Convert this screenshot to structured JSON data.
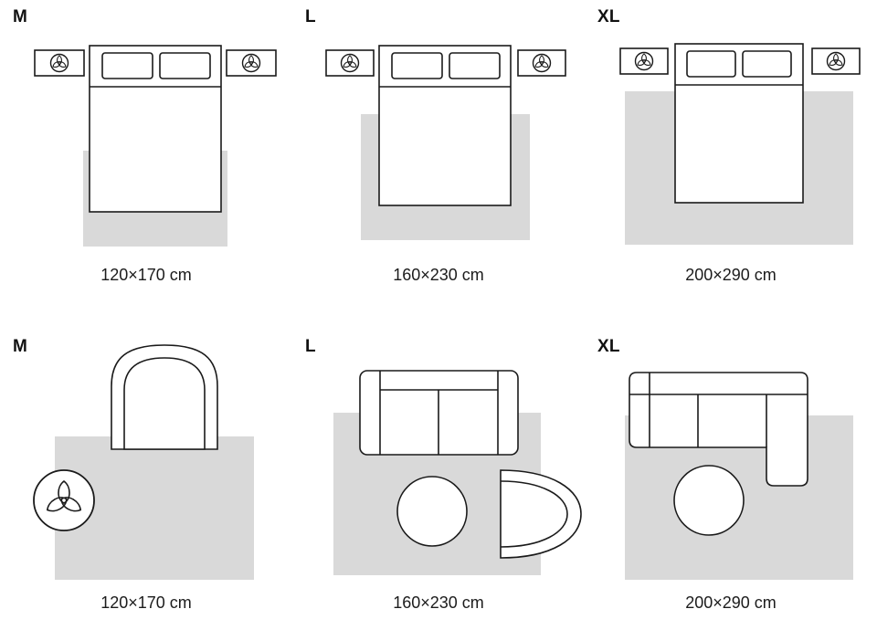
{
  "colors": {
    "background": "#ffffff",
    "rug": "#d9d9d9",
    "line": "#1a1a1a",
    "text": "#111111"
  },
  "icons": {
    "plant": "three-leaf-plant-icon"
  },
  "panels": [
    {
      "label": "M",
      "scene": "bedroom",
      "dimension": "120×170 cm"
    },
    {
      "label": "L",
      "scene": "bedroom",
      "dimension": "160×230 cm"
    },
    {
      "label": "XL",
      "scene": "bedroom",
      "dimension": "200×290 cm"
    },
    {
      "label": "M",
      "scene": "living-room",
      "dimension": "120×170 cm"
    },
    {
      "label": "L",
      "scene": "living-room",
      "dimension": "160×230 cm"
    },
    {
      "label": "XL",
      "scene": "living-room",
      "dimension": "200×290 cm"
    }
  ]
}
